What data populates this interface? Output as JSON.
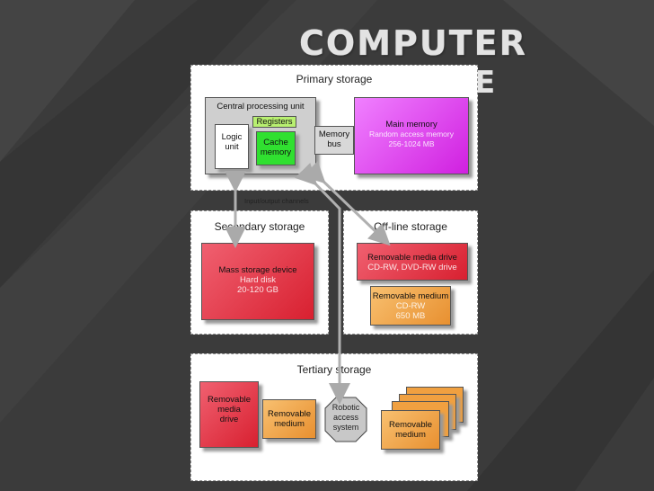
{
  "slide": {
    "title": "COMPUTER",
    "title_cont": "E"
  },
  "diagram": {
    "primary": {
      "label": "Primary storage",
      "cpu_label": "Central processing unit",
      "registers": "Registers",
      "logic_unit": [
        "Logic",
        "unit"
      ],
      "cache_memory": [
        "Cache",
        "memory"
      ],
      "memory_bus": [
        "Memory",
        "bus"
      ],
      "main_memory": "Main memory",
      "main_memory_sub": [
        "Random access memory",
        "256-1024 MB"
      ],
      "io_channels": "Input/output channels"
    },
    "secondary": {
      "label": "Secondary storage",
      "mass_storage": "Mass storage device",
      "mass_storage_sub": [
        "Hard disk",
        "20-120 GB"
      ]
    },
    "offline": {
      "label": "Off-line storage",
      "drive": "Removable media drive",
      "drive_sub": "CD-RW, DVD-RW drive",
      "medium": "Removable medium",
      "medium_sub": [
        "CD-RW",
        "650 MB"
      ]
    },
    "tertiary": {
      "label": "Tertiary storage",
      "drive": [
        "Removable",
        "media",
        "drive"
      ],
      "medium": [
        "Removable",
        "medium"
      ],
      "robotic": [
        "Robotic",
        "access",
        "system"
      ],
      "medium_stack": [
        "Removable",
        "medium"
      ]
    }
  },
  "colors": {
    "background": "#3a3a3a",
    "main_memory": "#e040f0",
    "secondary": "#e8303a",
    "offline_drive": "#e8303a",
    "medium": "#f0a040",
    "cache": "#30e030",
    "registers": "#b8f070"
  }
}
